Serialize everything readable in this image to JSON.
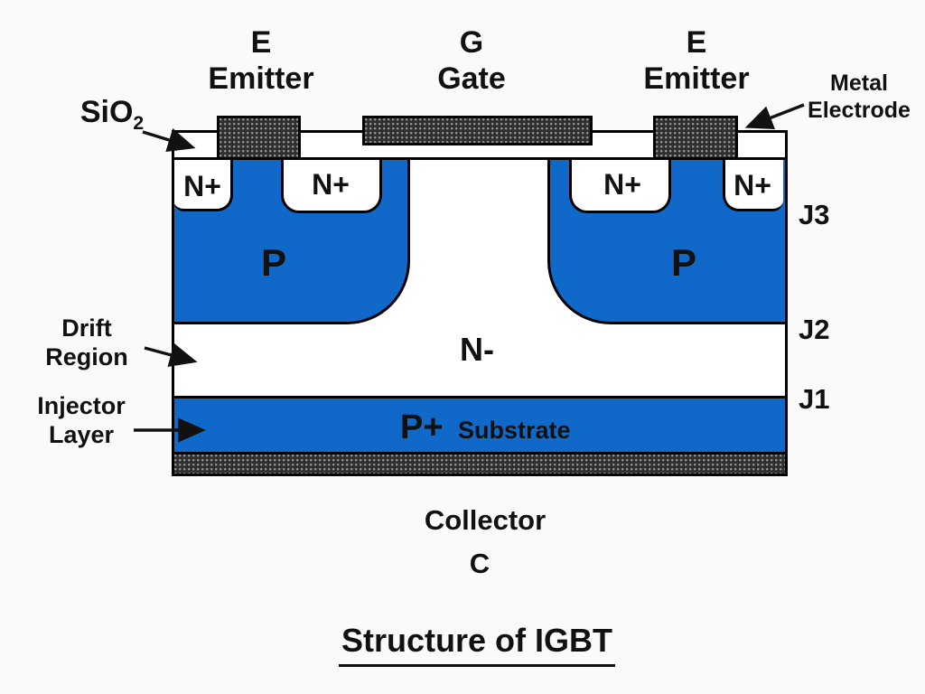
{
  "title": "Structure of IGBT",
  "colors": {
    "region_blue": "#1068C8",
    "metal_dark": "#2f2f2f",
    "background": "#FAFAFA",
    "ink": "#111111"
  },
  "top_labels": {
    "emitter_left": {
      "symbol": "E",
      "name": "Emitter"
    },
    "gate": {
      "symbol": "G",
      "name": "Gate"
    },
    "emitter_right": {
      "symbol": "E",
      "name": "Emitter"
    }
  },
  "callouts": {
    "sio2": {
      "text": "SiO",
      "subscript": "2"
    },
    "metal_electrode": {
      "line1": "Metal",
      "line2": "Electrode"
    },
    "drift_region": {
      "line1": "Drift",
      "line2": "Region"
    },
    "injector_layer": {
      "line1": "Injector",
      "line2": "Layer"
    }
  },
  "regions": {
    "n_plus": [
      "N+",
      "N+",
      "N+",
      "N+"
    ],
    "p_left": "P",
    "p_right": "P",
    "n_minus": "N-",
    "p_plus": "P+",
    "substrate": "Substrate"
  },
  "junctions": [
    "J3",
    "J2",
    "J1"
  ],
  "bottom_labels": {
    "collector": "Collector",
    "collector_symbol": "C"
  }
}
